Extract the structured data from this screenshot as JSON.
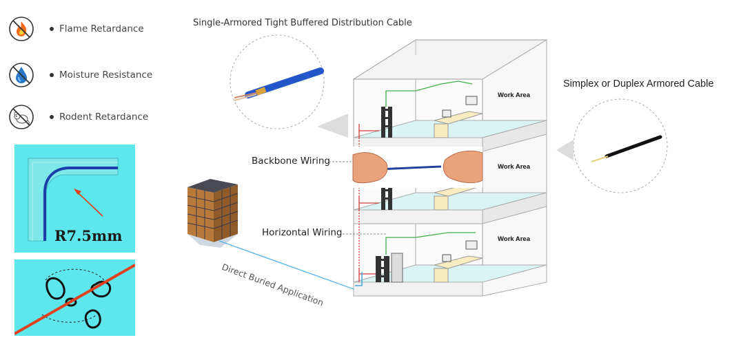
{
  "features": [
    {
      "icon": "flame-icon",
      "label": "Flame Retardance"
    },
    {
      "icon": "water-drop-icon",
      "label": "Moisture Resistance"
    },
    {
      "icon": "rodent-icon",
      "label": "Rodent Retardance"
    }
  ],
  "bend_radius": {
    "label": "R7.5mm"
  },
  "labels": {
    "single_armored": "Single-Armored Tight Buffered Distribution Cable",
    "simplex_duplex": "Simplex or Duplex Armored Cable",
    "backbone": "Backbone Wiring",
    "horizontal": "Horizontal Wiring",
    "direct_buried": "Direct Buried Application"
  },
  "work_areas": [
    "Work Area",
    "Work Area",
    "Work Area"
  ],
  "colors": {
    "tile": "#5de6ec",
    "cable_blue": "#1e4fc4",
    "arrow_red": "#e53e1a",
    "floor": "#d9f4f2"
  }
}
